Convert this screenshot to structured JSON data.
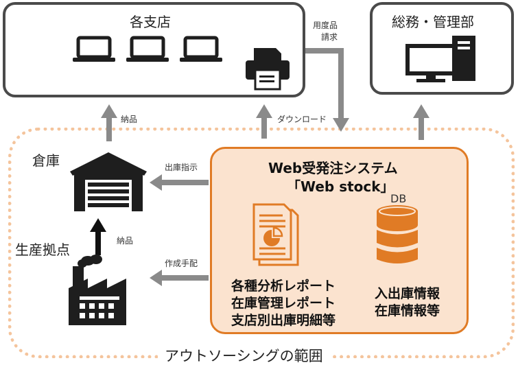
{
  "branch": {
    "title": "各支店"
  },
  "hq": {
    "title": "総務・管理部"
  },
  "labels": {
    "supplies_request_line1": "用度品",
    "supplies_request_line2": "請求",
    "download": "ダウンロード",
    "delivery_top": "納品",
    "shipping_instruction": "出庫指示",
    "delivery_factory": "納品",
    "production_arrangement": "作成手配"
  },
  "warehouse": {
    "title": "倉庫"
  },
  "production": {
    "title": "生産拠点"
  },
  "system": {
    "title_line1": "Web受発注システム",
    "title_line2": "「Web stock」",
    "db_label": "DB",
    "reports": [
      "各種分析レポート",
      "在庫管理レポート",
      "支店別出庫明細等"
    ],
    "db_info": [
      "入出庫情報",
      "在庫情報等"
    ]
  },
  "outsourcing": {
    "label": "アウトソーシングの範囲"
  },
  "colors": {
    "accent": "#e07b25",
    "system_fill": "#fbe3cf",
    "dotted": "#f4c49c",
    "arrow": "#8a8a8a",
    "dark": "#1e1e1e"
  },
  "icons": [
    "laptop-icon",
    "printer-icon",
    "desktop-computer-icon",
    "warehouse-icon",
    "factory-icon",
    "report-document-icon",
    "database-icon"
  ]
}
